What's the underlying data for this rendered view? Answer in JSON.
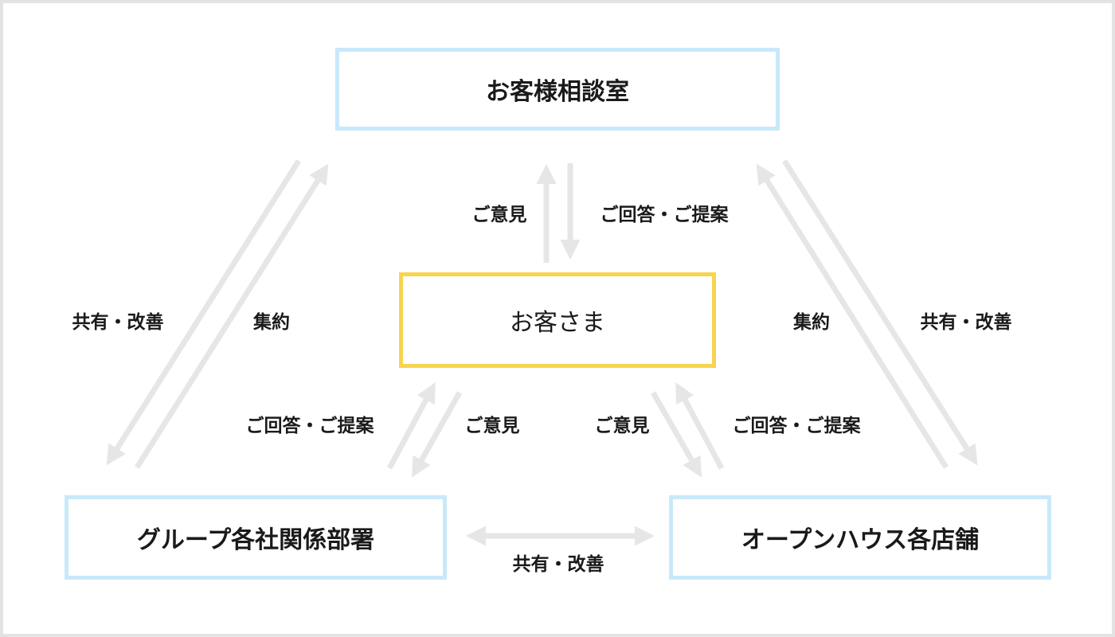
{
  "colors": {
    "frame_border": "#e3e3e3",
    "department_border": "#c9e9fa",
    "customer_border": "#f8d44f",
    "arrow": "#e6e6e6",
    "text": "#1a1a1a"
  },
  "nodes": {
    "consultation": "お客様相談室",
    "customer": "お客さま",
    "group": "グループ各社関係部署",
    "stores": "オープンハウス各店舗"
  },
  "labels": {
    "top_opinion": "ご意見",
    "top_answer": "ご回答・ご提案",
    "left_share": "共有・改善",
    "left_collect": "集約",
    "right_collect": "集約",
    "right_share": "共有・改善",
    "bl_answer": "ご回答・ご提案",
    "bl_opinion": "ご意見",
    "br_opinion": "ご意見",
    "br_answer": "ご回答・ご提案",
    "bottom_share": "共有・改善"
  }
}
